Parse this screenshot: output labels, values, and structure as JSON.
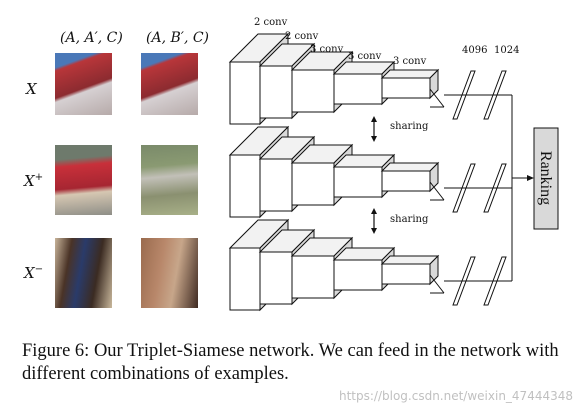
{
  "figure": {
    "column_labels": [
      "(A, A′, C)",
      "(A, B′, C)"
    ],
    "row_labels": [
      "X",
      "X",
      "X"
    ],
    "row_label_superscripts": [
      "",
      "+",
      "−"
    ],
    "conv_labels": [
      "2 conv",
      "2 conv",
      "3 conv",
      "3 conv",
      "3 conv"
    ],
    "fc_labels": [
      "4096",
      "1024"
    ],
    "sharing_labels": [
      "sharing",
      "sharing"
    ],
    "ranking_label": "Ranking",
    "caption": "Figure 6: Our Triplet-Siamese network. We can feed in the network with different combinations of examples.",
    "watermark": "https://blog.csdn.net/weixin_47444348"
  },
  "colors": {
    "block_front": "#ffffff",
    "block_top": "#f2f2f2",
    "block_side": "#d9d9d9",
    "ranking_fill": "#d9d9d9",
    "stroke": "#111111"
  }
}
